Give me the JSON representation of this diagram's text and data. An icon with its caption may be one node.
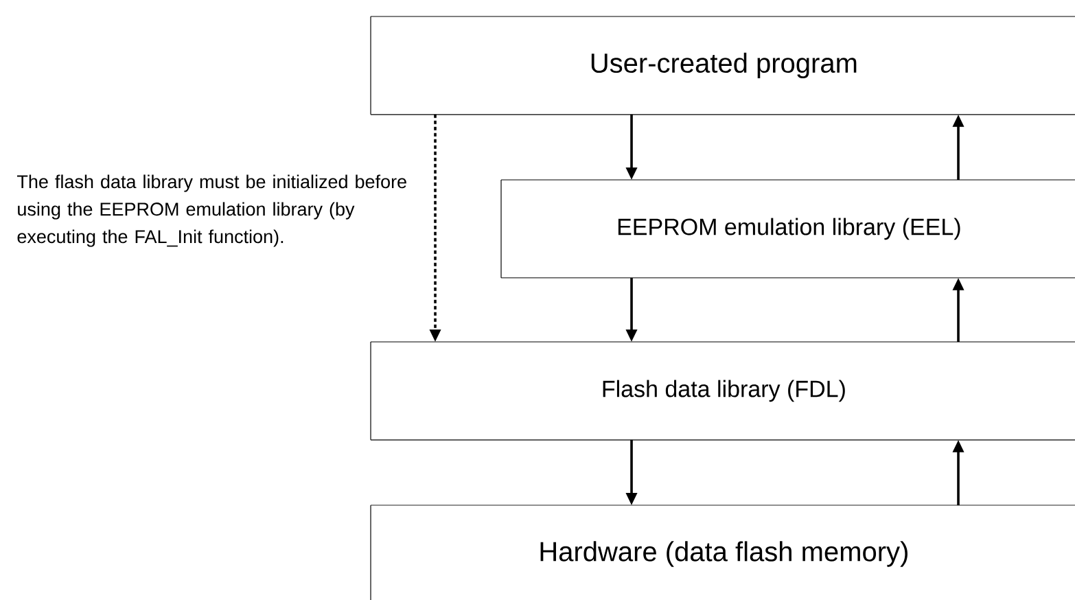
{
  "diagram": {
    "nodes": [
      {
        "text": [
          "User-created program"
        ]
      },
      {
        "text": [
          "EEPROM emulation library (EEL)"
        ]
      },
      {
        "text": [
          "Flash data library (FDL)"
        ]
      },
      {
        "text": [
          "Hardware (data flash memory)"
        ]
      }
    ],
    "edges": [
      {
        "from": 0,
        "to": 1,
        "arrow": "to"
      },
      {
        "from": 1,
        "to": 0,
        "arrow": "to"
      },
      {
        "from": 0,
        "to": 2,
        "arrow": "to",
        "style": "dashed"
      },
      {
        "from": 1,
        "to": 2,
        "arrow": "to"
      },
      {
        "from": 2,
        "to": 1,
        "arrow": "to"
      },
      {
        "from": 2,
        "to": 3,
        "arrow": "to"
      },
      {
        "from": 3,
        "to": 2,
        "arrow": "to"
      }
    ],
    "labels": [
      "The flash data library must be initialized before using the EEPROM emulation library (by executing the FAL_Init function)."
    ]
  }
}
